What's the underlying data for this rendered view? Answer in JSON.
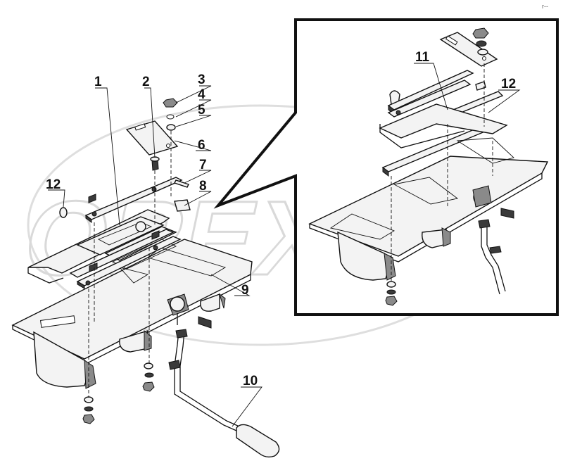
{
  "watermark": "OPEX",
  "corner_mark": "r--",
  "callouts": [
    {
      "id": "c1",
      "text": "1"
    },
    {
      "id": "c2",
      "text": "2"
    },
    {
      "id": "c3",
      "text": "3"
    },
    {
      "id": "c4",
      "text": "4"
    },
    {
      "id": "c5",
      "text": "5"
    },
    {
      "id": "c6",
      "text": "6"
    },
    {
      "id": "c7",
      "text": "7"
    },
    {
      "id": "c8",
      "text": "8"
    },
    {
      "id": "c9",
      "text": "9"
    },
    {
      "id": "c10",
      "text": "10"
    },
    {
      "id": "c12a",
      "text": "12"
    },
    {
      "id": "c11",
      "text": "11"
    },
    {
      "id": "c12b",
      "text": "12"
    }
  ]
}
